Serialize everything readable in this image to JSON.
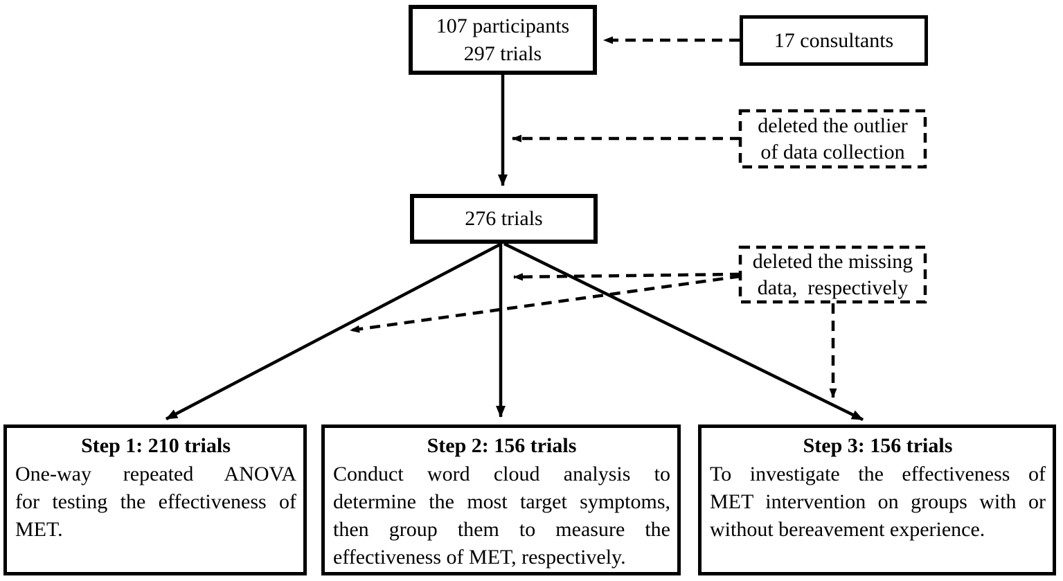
{
  "diagram": {
    "boxes": {
      "participants": {
        "text": "107 participants\n297 trials"
      },
      "consultants": {
        "text": "17 consultants"
      },
      "outlier_note": {
        "text": "deleted the outlier\nof data collection"
      },
      "trials": {
        "text": "276 trials"
      },
      "missing_note": {
        "text": "deleted the missing\ndata,  respectively"
      }
    },
    "steps": [
      {
        "title": "Step 1: 210 trials",
        "lines": [
          "One-way repeated ANOVA",
          "for testing the effectiveness of",
          "MET."
        ]
      },
      {
        "title": "Step 2: 156 trials",
        "lines": [
          "Conduct word cloud analysis to",
          "determine the most target symptoms,",
          "then group them to measure the",
          "effectiveness of MET, respectively."
        ]
      },
      {
        "title": "Step 3: 156 trials",
        "lines": [
          "To investigate the effectiveness of",
          "MET intervention on groups with or",
          "without bereavement experience."
        ]
      }
    ],
    "colors": {
      "line": "#000000",
      "background": "#ffffff"
    }
  }
}
